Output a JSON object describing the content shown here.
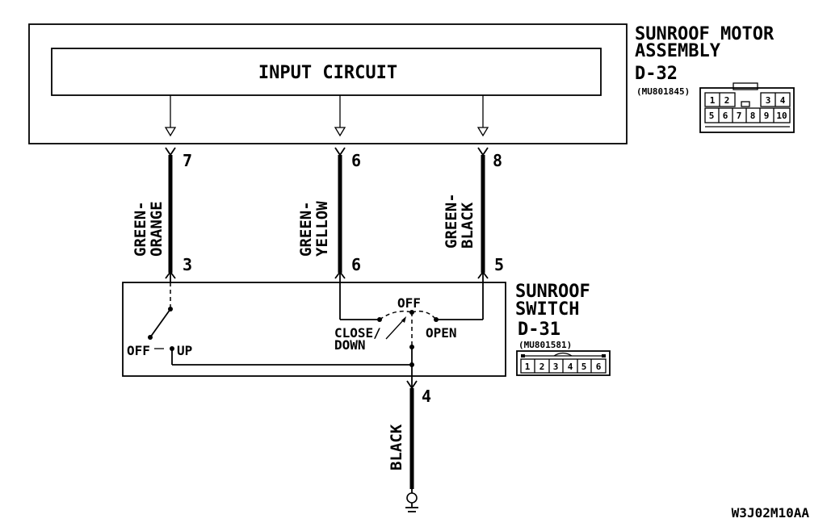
{
  "motor": {
    "title_line1": "SUNROOF MOTOR",
    "title_line2": "ASSEMBLY",
    "connector_id": "D-32",
    "part_number": "(MU801845)",
    "input_circuit": "INPUT CIRCUIT",
    "connector_pins_top": [
      "1",
      "2",
      "3",
      "4"
    ],
    "connector_pins_bottom": [
      "5",
      "6",
      "7",
      "8",
      "9",
      "10"
    ]
  },
  "switch": {
    "title_line1": "SUNROOF",
    "title_line2": "SWITCH",
    "connector_id": "D-31",
    "part_number": "(MU801581)",
    "connector_pins": [
      "1",
      "2",
      "3",
      "4",
      "5",
      "6"
    ],
    "contact_labels": {
      "left_off": "OFF",
      "left_up": "UP",
      "center_off": "OFF",
      "close_line1": "CLOSE/",
      "close_line2": "DOWN",
      "open": "OPEN"
    }
  },
  "wires": [
    {
      "color_line1": "GREEN-",
      "color_line2": "ORANGE",
      "motor_pin": "7",
      "switch_pin": "3"
    },
    {
      "color_line1": "GREEN-",
      "color_line2": "YELLOW",
      "motor_pin": "6",
      "switch_pin": "6"
    },
    {
      "color_line1": "GREEN-",
      "color_line2": "BLACK",
      "motor_pin": "8",
      "switch_pin": "5"
    }
  ],
  "ground": {
    "color": "BLACK",
    "pin": "4"
  },
  "figure_code": "W3J02M10AA"
}
